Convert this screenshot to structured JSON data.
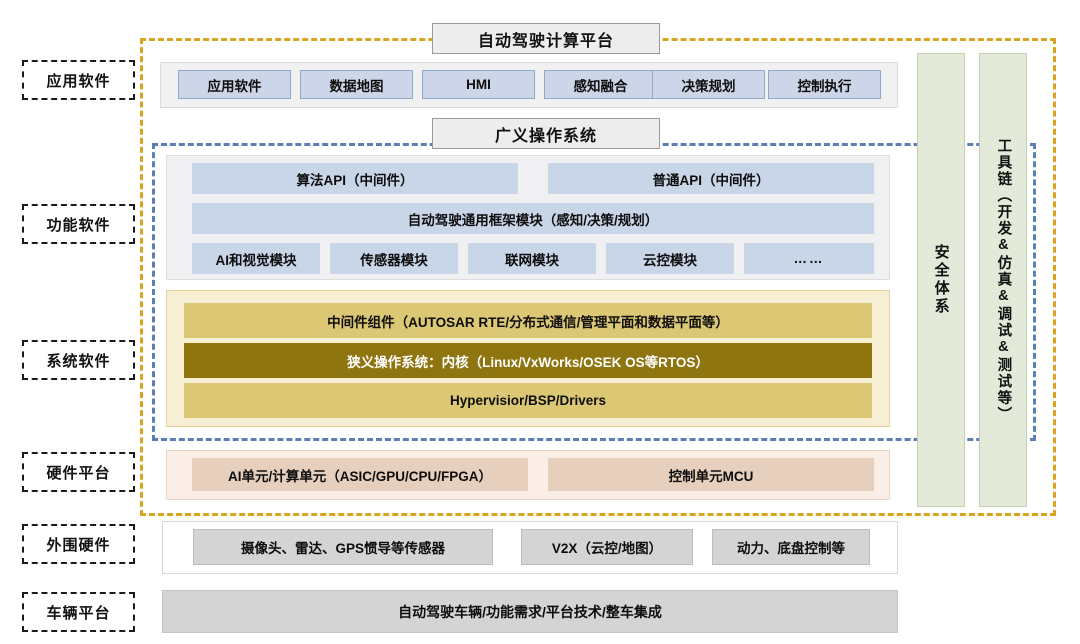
{
  "diagram": {
    "title": "自动驾驶计算平台",
    "os_title": "广义操作系统",
    "tiers": [
      {
        "key": "app",
        "label": "应用软件"
      },
      {
        "key": "func",
        "label": "功能软件"
      },
      {
        "key": "sys",
        "label": "系统软件"
      },
      {
        "key": "hw",
        "label": "硬件平台"
      },
      {
        "key": "periph",
        "label": "外围硬件"
      },
      {
        "key": "vehicle",
        "label": "车辆平台"
      }
    ],
    "application_software": {
      "items": [
        "应用软件",
        "数据地图",
        "HMI",
        "感知融合",
        "决策规划",
        "控制执行"
      ]
    },
    "functional_software": {
      "api_row": [
        "算法API（中间件）",
        "普通API（中间件）"
      ],
      "framework_row": "自动驾驶通用框架模块（感知/决策/规划）",
      "module_row": [
        "AI和视觉模块",
        "传感器模块",
        "联网模块",
        "云控模块",
        "……"
      ]
    },
    "system_software": {
      "rows": [
        "中间件组件（AUTOSAR RTE/分布式通信/管理平面和数据平面等）",
        "狭义操作系统：内核（Linux/VxWorks/OSEK OS等RTOS）",
        "Hypervisior/BSP/Drivers"
      ]
    },
    "hardware_platform": {
      "items": [
        "AI单元/计算单元（ASIC/GPU/CPU/FPGA）",
        "控制单元MCU"
      ]
    },
    "peripheral_hardware": {
      "items": [
        "摄像头、雷达、GPS惯导等传感器",
        "V2X（云控/地图）",
        "动力、底盘控制等"
      ]
    },
    "vehicle_platform": {
      "item": "自动驾驶车辆/功能需求/平台技术/整车集成"
    },
    "side_columns": [
      {
        "key": "safety",
        "label": "安全体系"
      },
      {
        "key": "toolchain",
        "label": "工具链（开发&仿真&调试&测试等）"
      }
    ],
    "colors": {
      "gold_dashed": "#d9a520",
      "blue_dashed": "#5b7fb4",
      "app_cell": "#ccd6e8",
      "func_cell": "#c9d6e8",
      "sys_panel": "#f7efd4",
      "sys_cell": "#dcc874",
      "sys_cell_dark": "#8f7510",
      "hw_panel": "#faeee6",
      "hw_cell": "#e7cfbd",
      "gray_cell": "#d4d4d4",
      "green_column": "#e3ead9"
    }
  }
}
